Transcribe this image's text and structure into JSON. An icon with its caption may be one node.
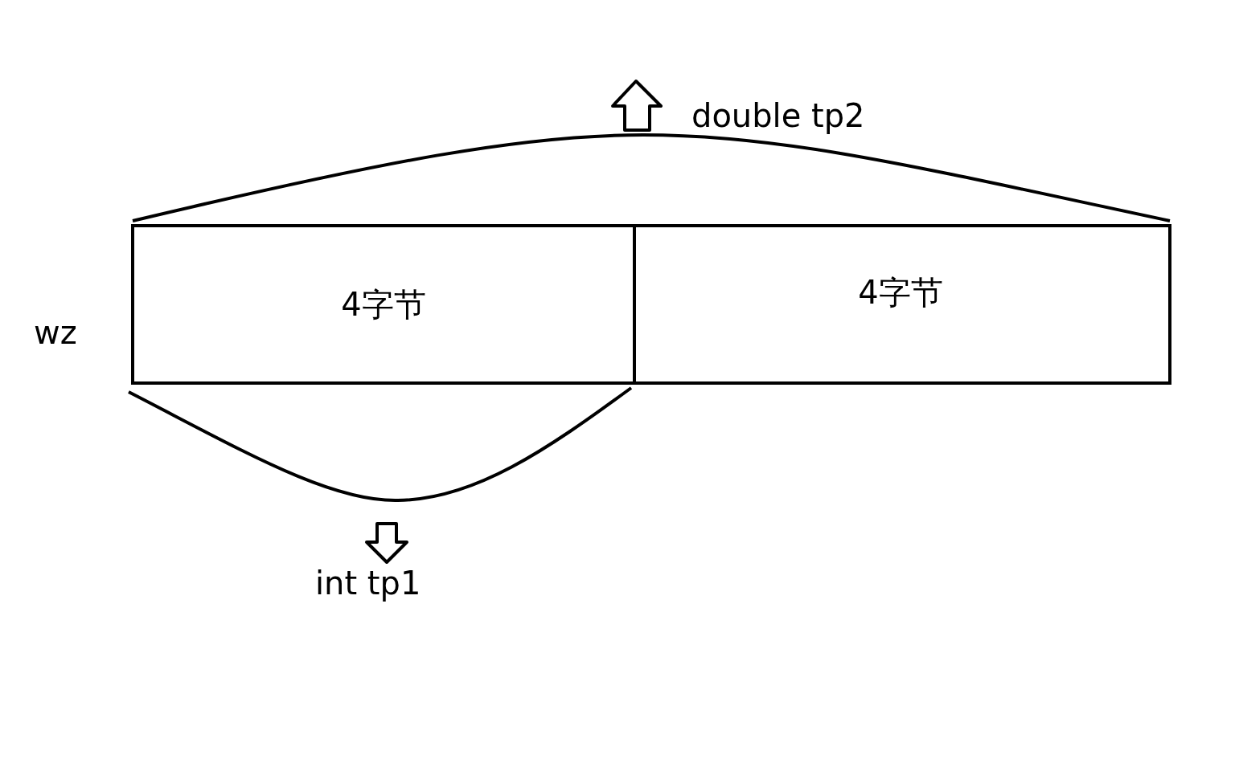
{
  "diagram": {
    "nodes": [
      {
        "text": [
          "4字节"
        ]
      },
      {
        "text": [
          "4字节"
        ]
      }
    ],
    "edges": [],
    "labels": [
      "wz",
      "double tp2",
      "int tp1"
    ]
  }
}
